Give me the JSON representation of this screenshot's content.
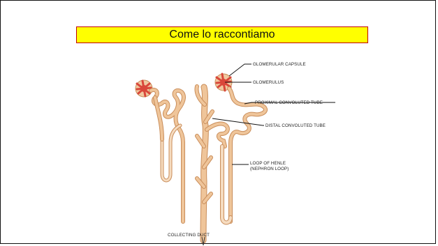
{
  "slide": {
    "title": "Come lo raccontiamo"
  },
  "diagram": {
    "labels": {
      "glomerular_capsule": "GLOMERULAR CAPSULE",
      "glomerulus": "GLOMERULUS",
      "proximal_tube": "PROXIMAL CONVOLUTED TUBE",
      "distal_tube": "DISTAL CONVOLUTED TUBE",
      "loop_line1": "LOOP OF HENLE",
      "loop_line2": "(NEPHRON LOOP)",
      "collecting_duct": "COLLECTING DUCT"
    },
    "colors": {
      "tube": "#e8b98a",
      "tube_edge": "#c98d5a",
      "glomerulus": "#d9473a",
      "capsule": "#f0c8a0",
      "title_bg": "#ffff00",
      "title_border": "#c00000"
    }
  }
}
